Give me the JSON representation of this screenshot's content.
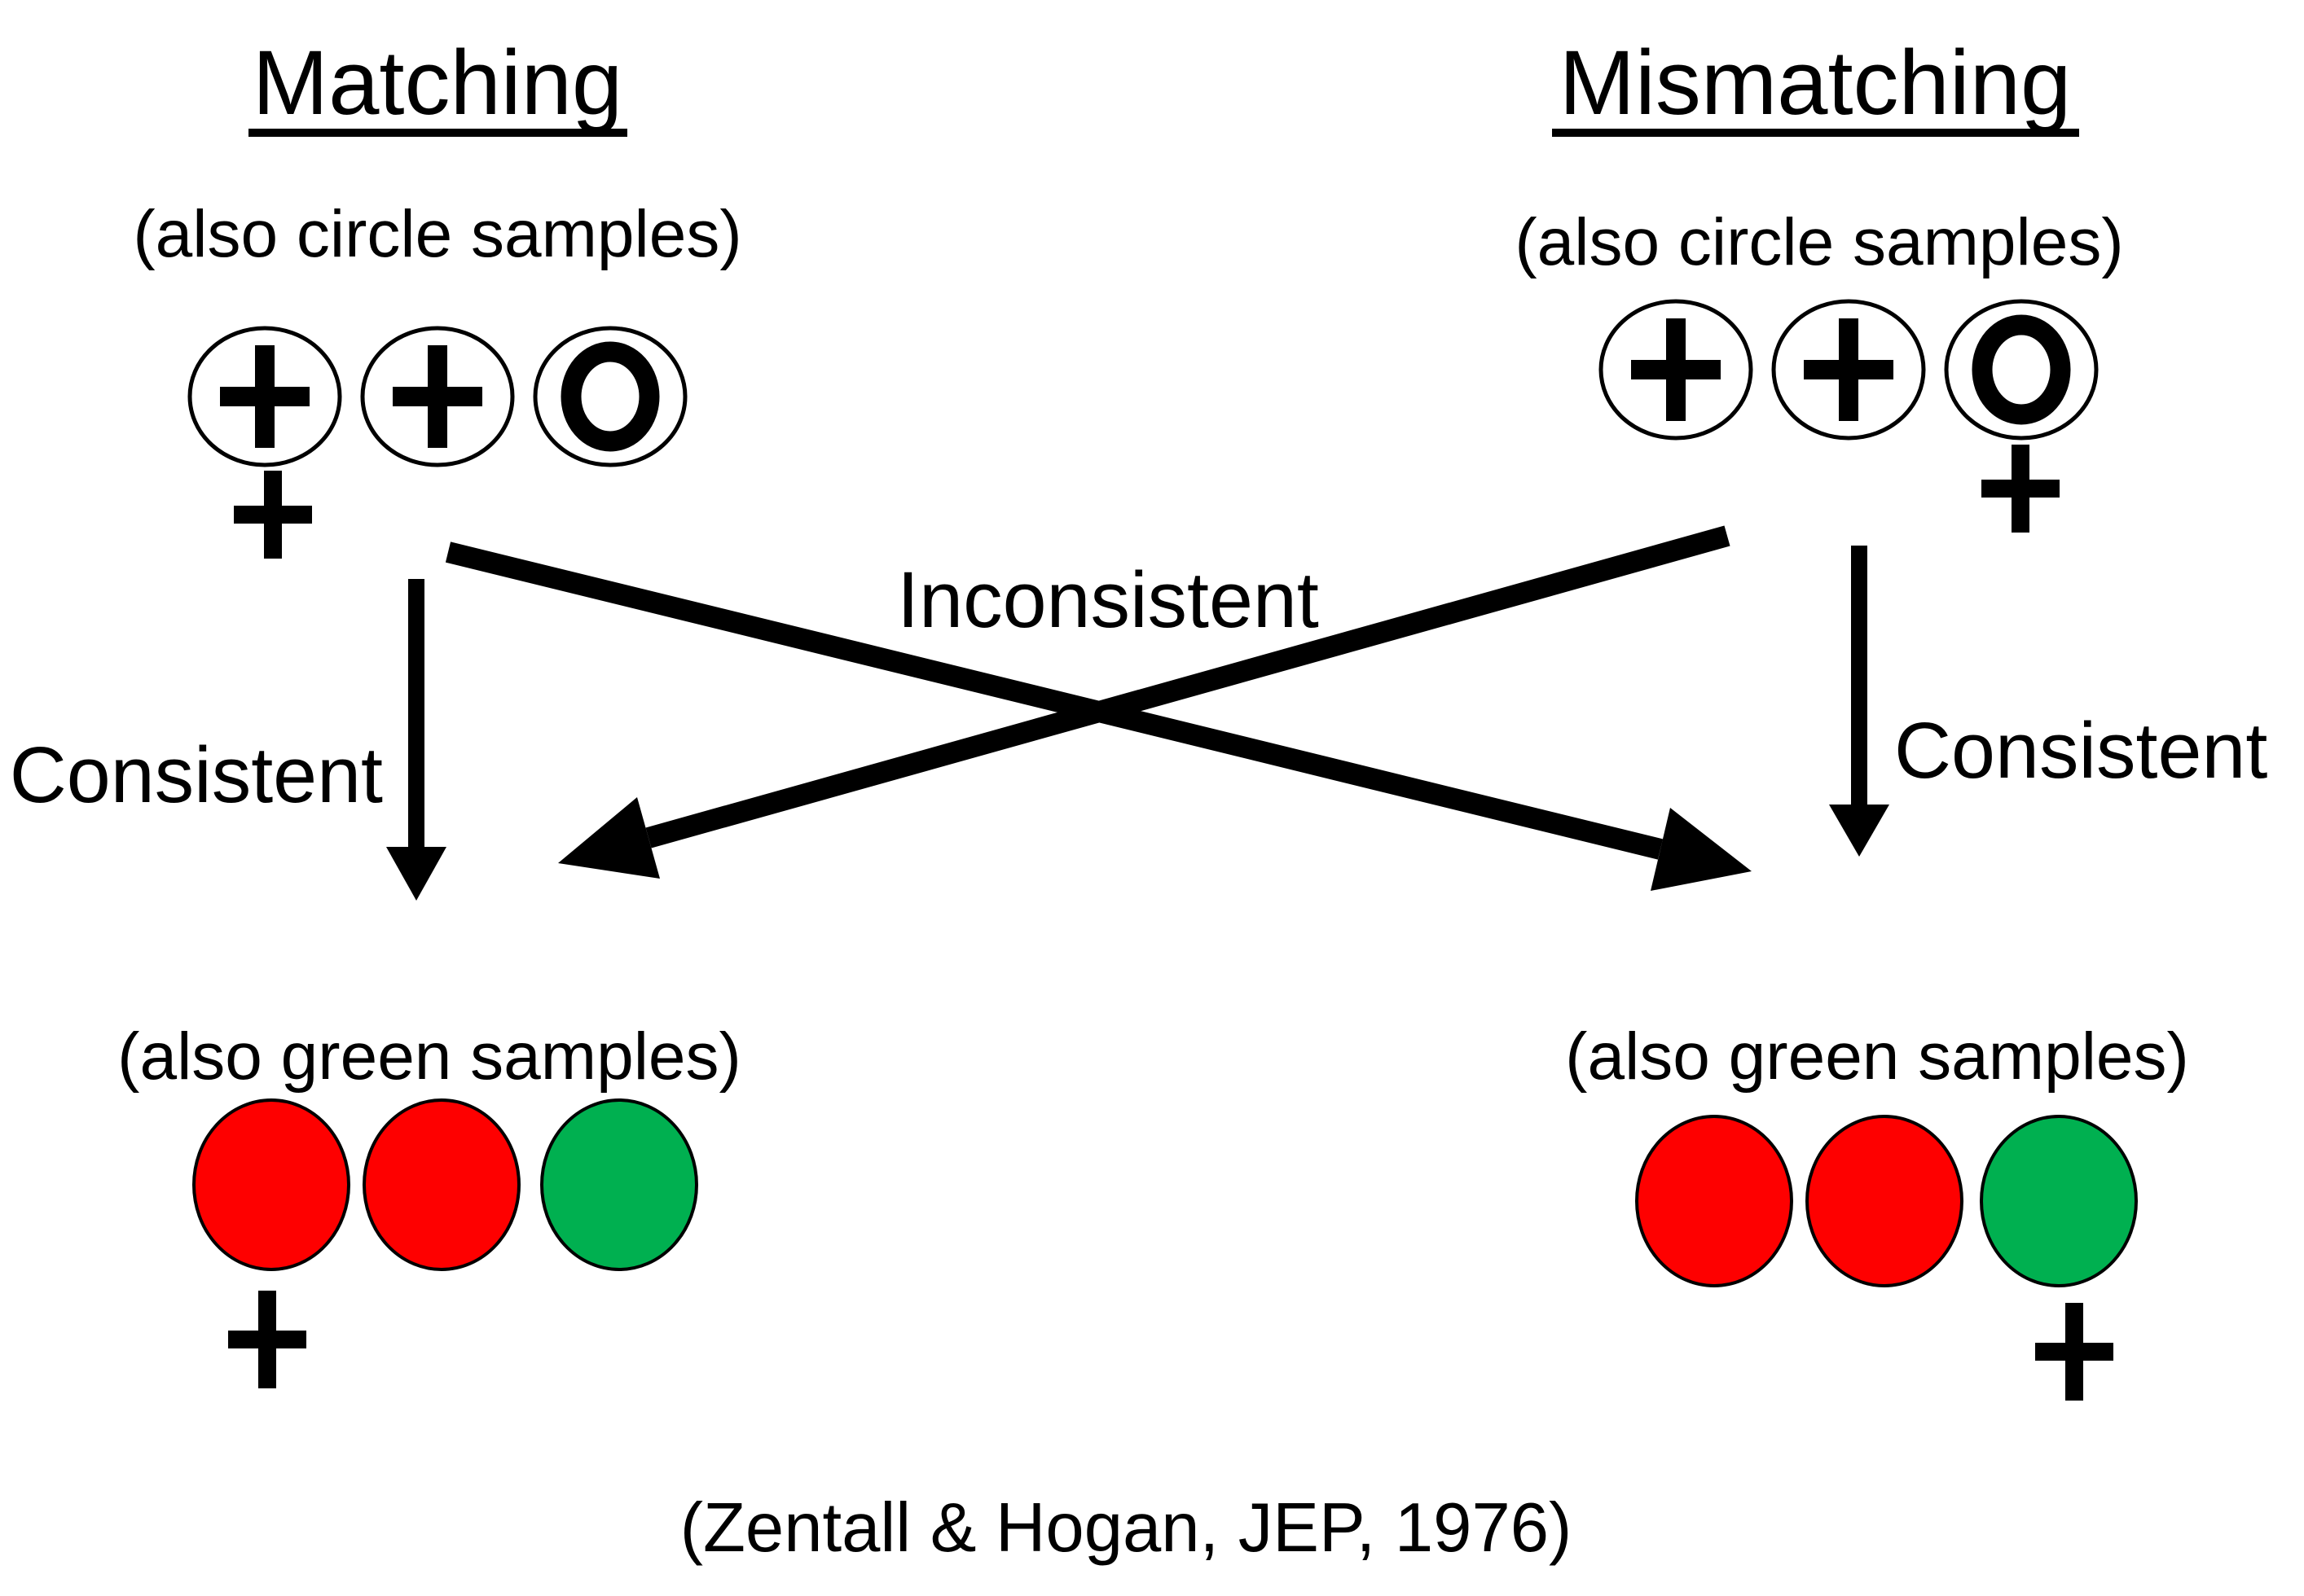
{
  "diagram": {
    "columns": [
      {
        "id": "matching",
        "heading": "Matching",
        "sample_note": "(also circle samples)",
        "sample_row": [
          "plus",
          "plus",
          "circle"
        ],
        "sample_cue_position": "under-first",
        "comparison_note": "(also green samples)",
        "comparison_row": [
          "red",
          "red",
          "green"
        ],
        "comparison_cue_position": "under-first"
      },
      {
        "id": "mismatching",
        "heading": "Mismatching",
        "sample_note": "(also circle samples)",
        "sample_row": [
          "plus",
          "plus",
          "circle"
        ],
        "sample_cue_position": "under-third",
        "comparison_note": "(also green samples)",
        "comparison_row": [
          "red",
          "red",
          "green"
        ],
        "comparison_cue_position": "under-third"
      }
    ],
    "arrows": [
      {
        "id": "left-vertical",
        "label": "Consistent"
      },
      {
        "id": "right-vertical",
        "label": "Consistent"
      },
      {
        "id": "cross",
        "label": "Inconsistent"
      }
    ],
    "citation": "(Zentall & Hogan, JEP, 1976)",
    "colors": {
      "red": "#fe0000",
      "green": "#00b050",
      "line": "#000000",
      "background": "#ffffff"
    },
    "symbols": {
      "plus": "+",
      "circle": "○"
    }
  }
}
